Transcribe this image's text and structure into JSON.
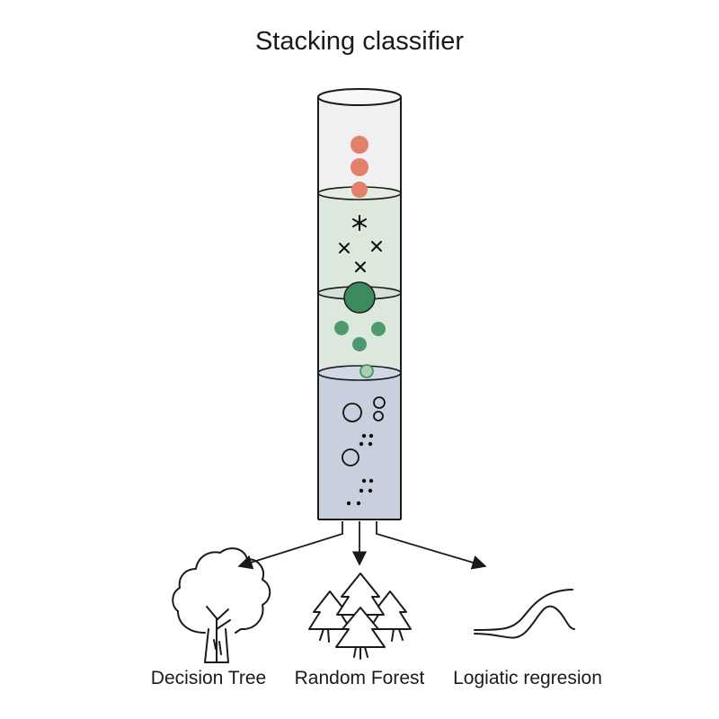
{
  "title": "Stacking classifier",
  "layers": [
    {
      "name": "top",
      "fill": "#f1f1f1",
      "markers": "filled-circles",
      "marker_color": "#e3806c"
    },
    {
      "name": "upper-middle",
      "fill": "#dde8dd",
      "markers": "crosses-and-asterisk",
      "marker_color": "#111111"
    },
    {
      "name": "lower-middle",
      "fill": "#dde8dd",
      "markers": "filled-circles",
      "marker_color": "#4f9a6c"
    },
    {
      "name": "bottom",
      "fill": "#c8cfdd",
      "markers": "open-circles-and-dots",
      "marker_color": "#111111"
    }
  ],
  "models": [
    {
      "label": "Decision Tree",
      "icon": "deciduous-tree-icon"
    },
    {
      "label": "Random Forest",
      "icon": "pine-forest-icon"
    },
    {
      "label": "Logiatic regresion",
      "icon": "sigmoid-curve-icon"
    }
  ],
  "colors": {
    "stroke": "#1a1a1a",
    "red_dot": "#e3806c",
    "green_dot": "#4f9a6c",
    "green_dark": "#3d8a5c",
    "glass_top": "#f1f1f1",
    "glass_green": "#dde8dd",
    "glass_blue": "#c8cfdd"
  }
}
